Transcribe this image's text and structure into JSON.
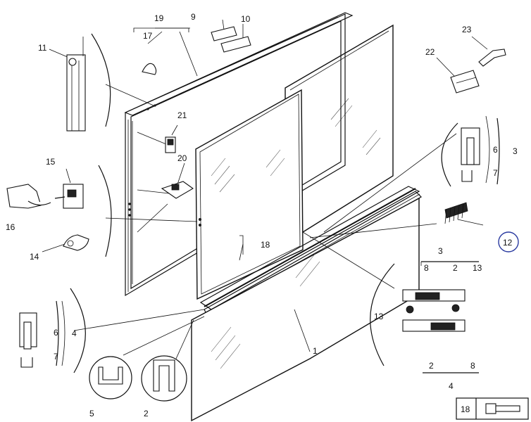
{
  "callouts": [
    {
      "id": "c1",
      "label": "1"
    },
    {
      "id": "c2a",
      "label": "2"
    },
    {
      "id": "c2b",
      "label": "2"
    },
    {
      "id": "c2c",
      "label": "2"
    },
    {
      "id": "c3a",
      "label": "3"
    },
    {
      "id": "c3b",
      "label": "3"
    },
    {
      "id": "c4a",
      "label": "4"
    },
    {
      "id": "c4b",
      "label": "4"
    },
    {
      "id": "c5",
      "label": "5"
    },
    {
      "id": "c6a",
      "label": "6"
    },
    {
      "id": "c6b",
      "label": "6"
    },
    {
      "id": "c7a",
      "label": "7"
    },
    {
      "id": "c7b",
      "label": "7"
    },
    {
      "id": "c8a",
      "label": "8"
    },
    {
      "id": "c8b",
      "label": "8"
    },
    {
      "id": "c9",
      "label": "9"
    },
    {
      "id": "c10",
      "label": "10"
    },
    {
      "id": "c11",
      "label": "11"
    },
    {
      "id": "c12",
      "label": "12"
    },
    {
      "id": "c13a",
      "label": "13"
    },
    {
      "id": "c13b",
      "label": "13"
    },
    {
      "id": "c14",
      "label": "14"
    },
    {
      "id": "c15",
      "label": "15"
    },
    {
      "id": "c16",
      "label": "16"
    },
    {
      "id": "c17",
      "label": "17"
    },
    {
      "id": "c18a",
      "label": "18"
    },
    {
      "id": "c18b",
      "label": "18"
    },
    {
      "id": "c19",
      "label": "19"
    },
    {
      "id": "c20",
      "label": "20"
    },
    {
      "id": "c21",
      "label": "21"
    },
    {
      "id": "c22",
      "label": "22"
    },
    {
      "id": "c23",
      "label": "23"
    }
  ],
  "highlighted_callout": "c12",
  "colors": {
    "line": "#111111",
    "highlight": "#2a3aa0",
    "background": "#ffffff"
  }
}
